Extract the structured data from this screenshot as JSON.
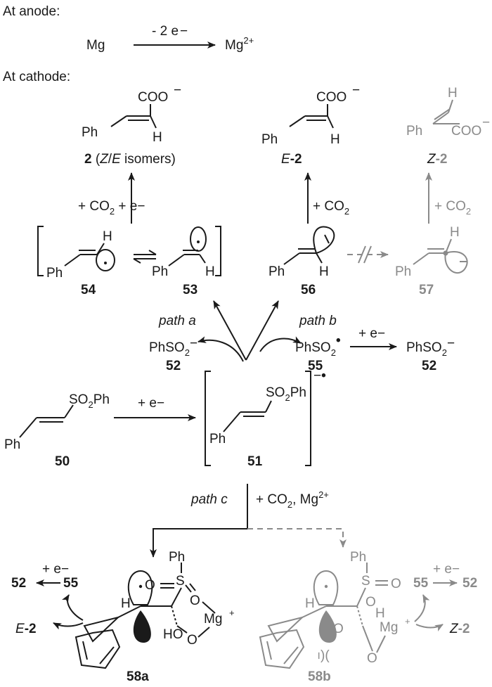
{
  "header": {
    "anode_label": "At anode:",
    "cathode_label": "At cathode:"
  },
  "anode": {
    "reactant": "Mg",
    "condition": "- 2 e",
    "product": "Mg",
    "product_charge": "2+"
  },
  "labels": {
    "ph": "Ph",
    "h": "H",
    "coo": "COO",
    "so2ph_a": "SO",
    "so2ph_b": "2",
    "so2ph_c": "Ph",
    "phso2_a": "PhSO",
    "phso2_b": "2",
    "mg_plus": "Mg",
    "plus": "+",
    "ho": "HO",
    "o": "O",
    "s": "S",
    "e_minus": "e",
    "radical_anion": "•",
    "charge_minus": "−"
  },
  "compounds": {
    "c2": {
      "num": "2",
      "desc_a": " (",
      "z": "Z",
      "slash": "/",
      "e": "E",
      "desc_b": " isomers)"
    },
    "cE2": {
      "prefix": "E",
      "num": "-2"
    },
    "cZ2": {
      "prefix": "Z",
      "num": "-2"
    },
    "c50": "50",
    "c51": "51",
    "c52": "52",
    "c53": "53",
    "c54": "54",
    "c55": "55",
    "c56": "56",
    "c57": "57",
    "c58a": "58a",
    "c58b": "58b"
  },
  "conditions": {
    "co2_e_a": "+ CO",
    "co2_e_b": "2",
    "co2_e_c": " + e",
    "co2_a": "+ CO",
    "co2_b": "2",
    "plus_e": "+ e",
    "co2_mg_a": "+ CO",
    "co2_mg_b": "2",
    "co2_mg_c": ", Mg",
    "co2_mg_d": "2+"
  },
  "paths": {
    "a": "path a",
    "b": "path b",
    "c": "path c"
  },
  "colors": {
    "ink": "#1a1a1a",
    "faded": "#8a8a8a"
  }
}
